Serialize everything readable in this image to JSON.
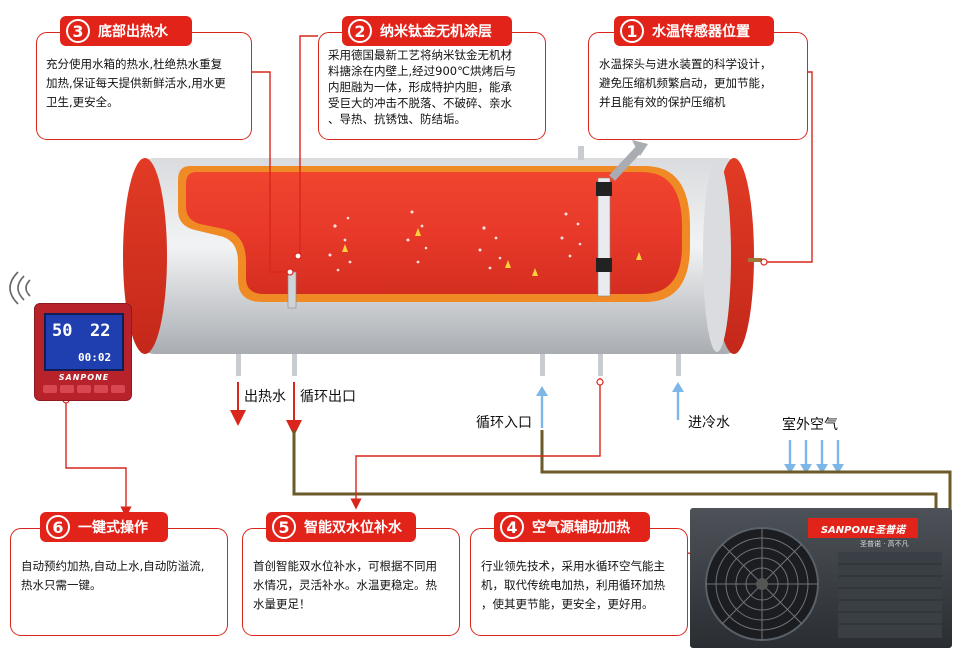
{
  "features": [
    {
      "num": "①",
      "title": "水温传感器位置",
      "lines": [
        "水温探头与进水装置的科学设计，",
        "避免压缩机频繁启动，更加节能，",
        "并且能有效的保护压缩机"
      ]
    },
    {
      "num": "②",
      "title": "纳米钛金无机涂层",
      "lines": [
        "采用德国最新工艺将纳米钛金无机材",
        "料搪涂在内壁上,经过900℃烘烤后与",
        "内胆融为一体，形成特护内胆，能承",
        "受巨大的冲击不脱落、不破碎、亲水",
        "、导热、抗锈蚀、防结垢。"
      ]
    },
    {
      "num": "③",
      "title": "底部出热水",
      "lines": [
        "充分使用水箱的热水,杜绝热水重复",
        "加热,保证每天提供新鲜活水,用水更",
        "卫生,更安全。"
      ]
    },
    {
      "num": "④",
      "title": "空气源辅助加热",
      "lines": [
        "行业领先技术，采用水循环空气能主",
        "机，取代传统电加热，利用循环加热",
        "，使其更节能，更安全，更好用。"
      ]
    },
    {
      "num": "⑤",
      "title": "智能双水位补水",
      "lines": [
        "首创智能双水位补水，可根据不同用",
        "水情况，灵活补水。水温更稳定。热",
        "水量更足！"
      ]
    },
    {
      "num": "⑥",
      "title": "一键式操作",
      "lines": [
        "自动预约加热,自动上水,自动防溢流,",
        "热水只需一键。"
      ]
    }
  ],
  "labels": {
    "hot_out": "出热水",
    "circ_out": "循环出口",
    "circ_in": "循环入口",
    "cold_in": "进冷水",
    "outdoor_air": "室外空气"
  },
  "controller": {
    "temp_left": "50",
    "temp_right": "22",
    "time": "00:02",
    "brand": "SANPONE"
  },
  "heat_pump": {
    "brand": "SANPONE圣普诺",
    "sub": "圣普诺 · 高不凡"
  },
  "colors": {
    "accent": "#e2231a",
    "tank_shell": "#c9ccd0",
    "tank_inner": "#e8392a",
    "pipe": "#6b5a2a",
    "air_arrow": "#7fb6e8"
  }
}
